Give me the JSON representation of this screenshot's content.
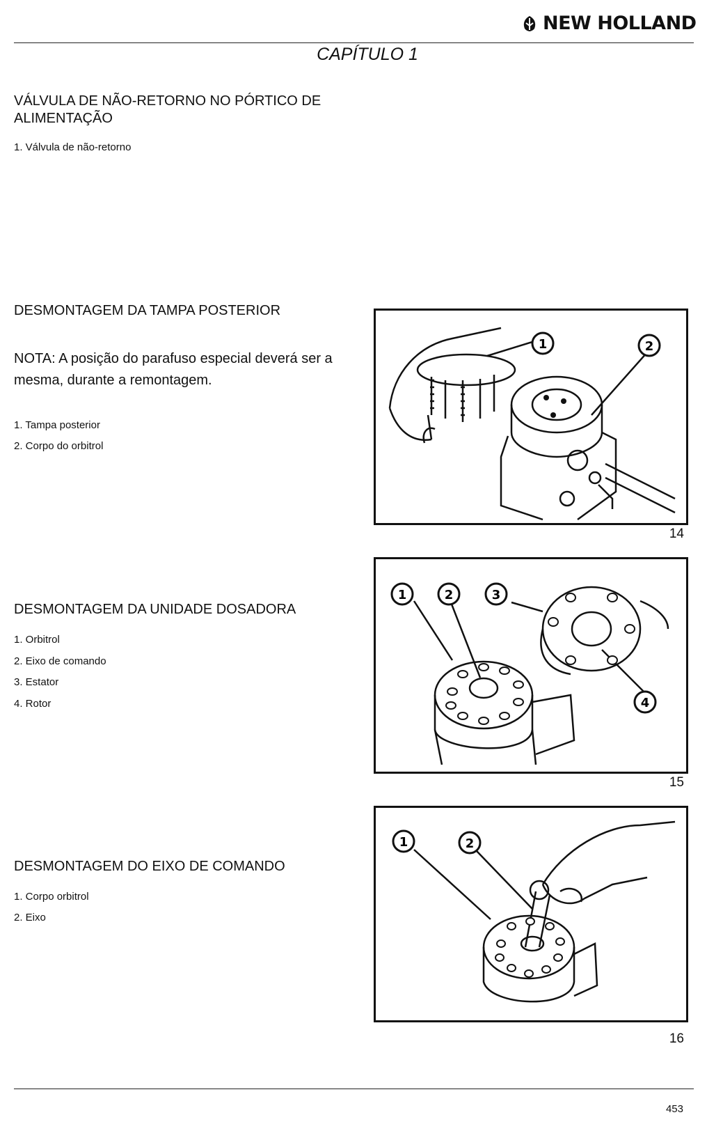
{
  "header": {
    "brand": "NEW HOLLAND",
    "chapter": "CAPÍTULO 1"
  },
  "section1": {
    "title": "VÁLVULA DE NÃO-RETORNO NO PÓRTICO DE ALIMENTAÇÃO",
    "items": [
      "1. Válvula de não-retorno"
    ]
  },
  "section2": {
    "title": "DESMONTAGEM DA TAMPA POSTERIOR",
    "note_label": "NOTA",
    "note_text": ": A posição do parafuso especial deverá ser a mesma, durante a remontagem.",
    "items": [
      "1. Tampa posterior",
      "2. Corpo do orbitrol"
    ],
    "figure_number": "14",
    "callouts": [
      "1",
      "2"
    ]
  },
  "section3": {
    "title": "DESMONTAGEM DA UNIDADE DOSADORA",
    "items": [
      "1. Orbitrol",
      "2. Eixo de comando",
      "3. Estator",
      "4. Rotor"
    ],
    "figure_number": "15",
    "callouts": [
      "1",
      "2",
      "3",
      "4"
    ]
  },
  "section4": {
    "title": "DESMONTAGEM DO EIXO DE COMANDO",
    "items": [
      "1. Corpo orbitrol",
      "2. Eixo"
    ],
    "figure_number": "16",
    "callouts": [
      "1",
      "2"
    ]
  },
  "footer": {
    "page_number": "453"
  }
}
